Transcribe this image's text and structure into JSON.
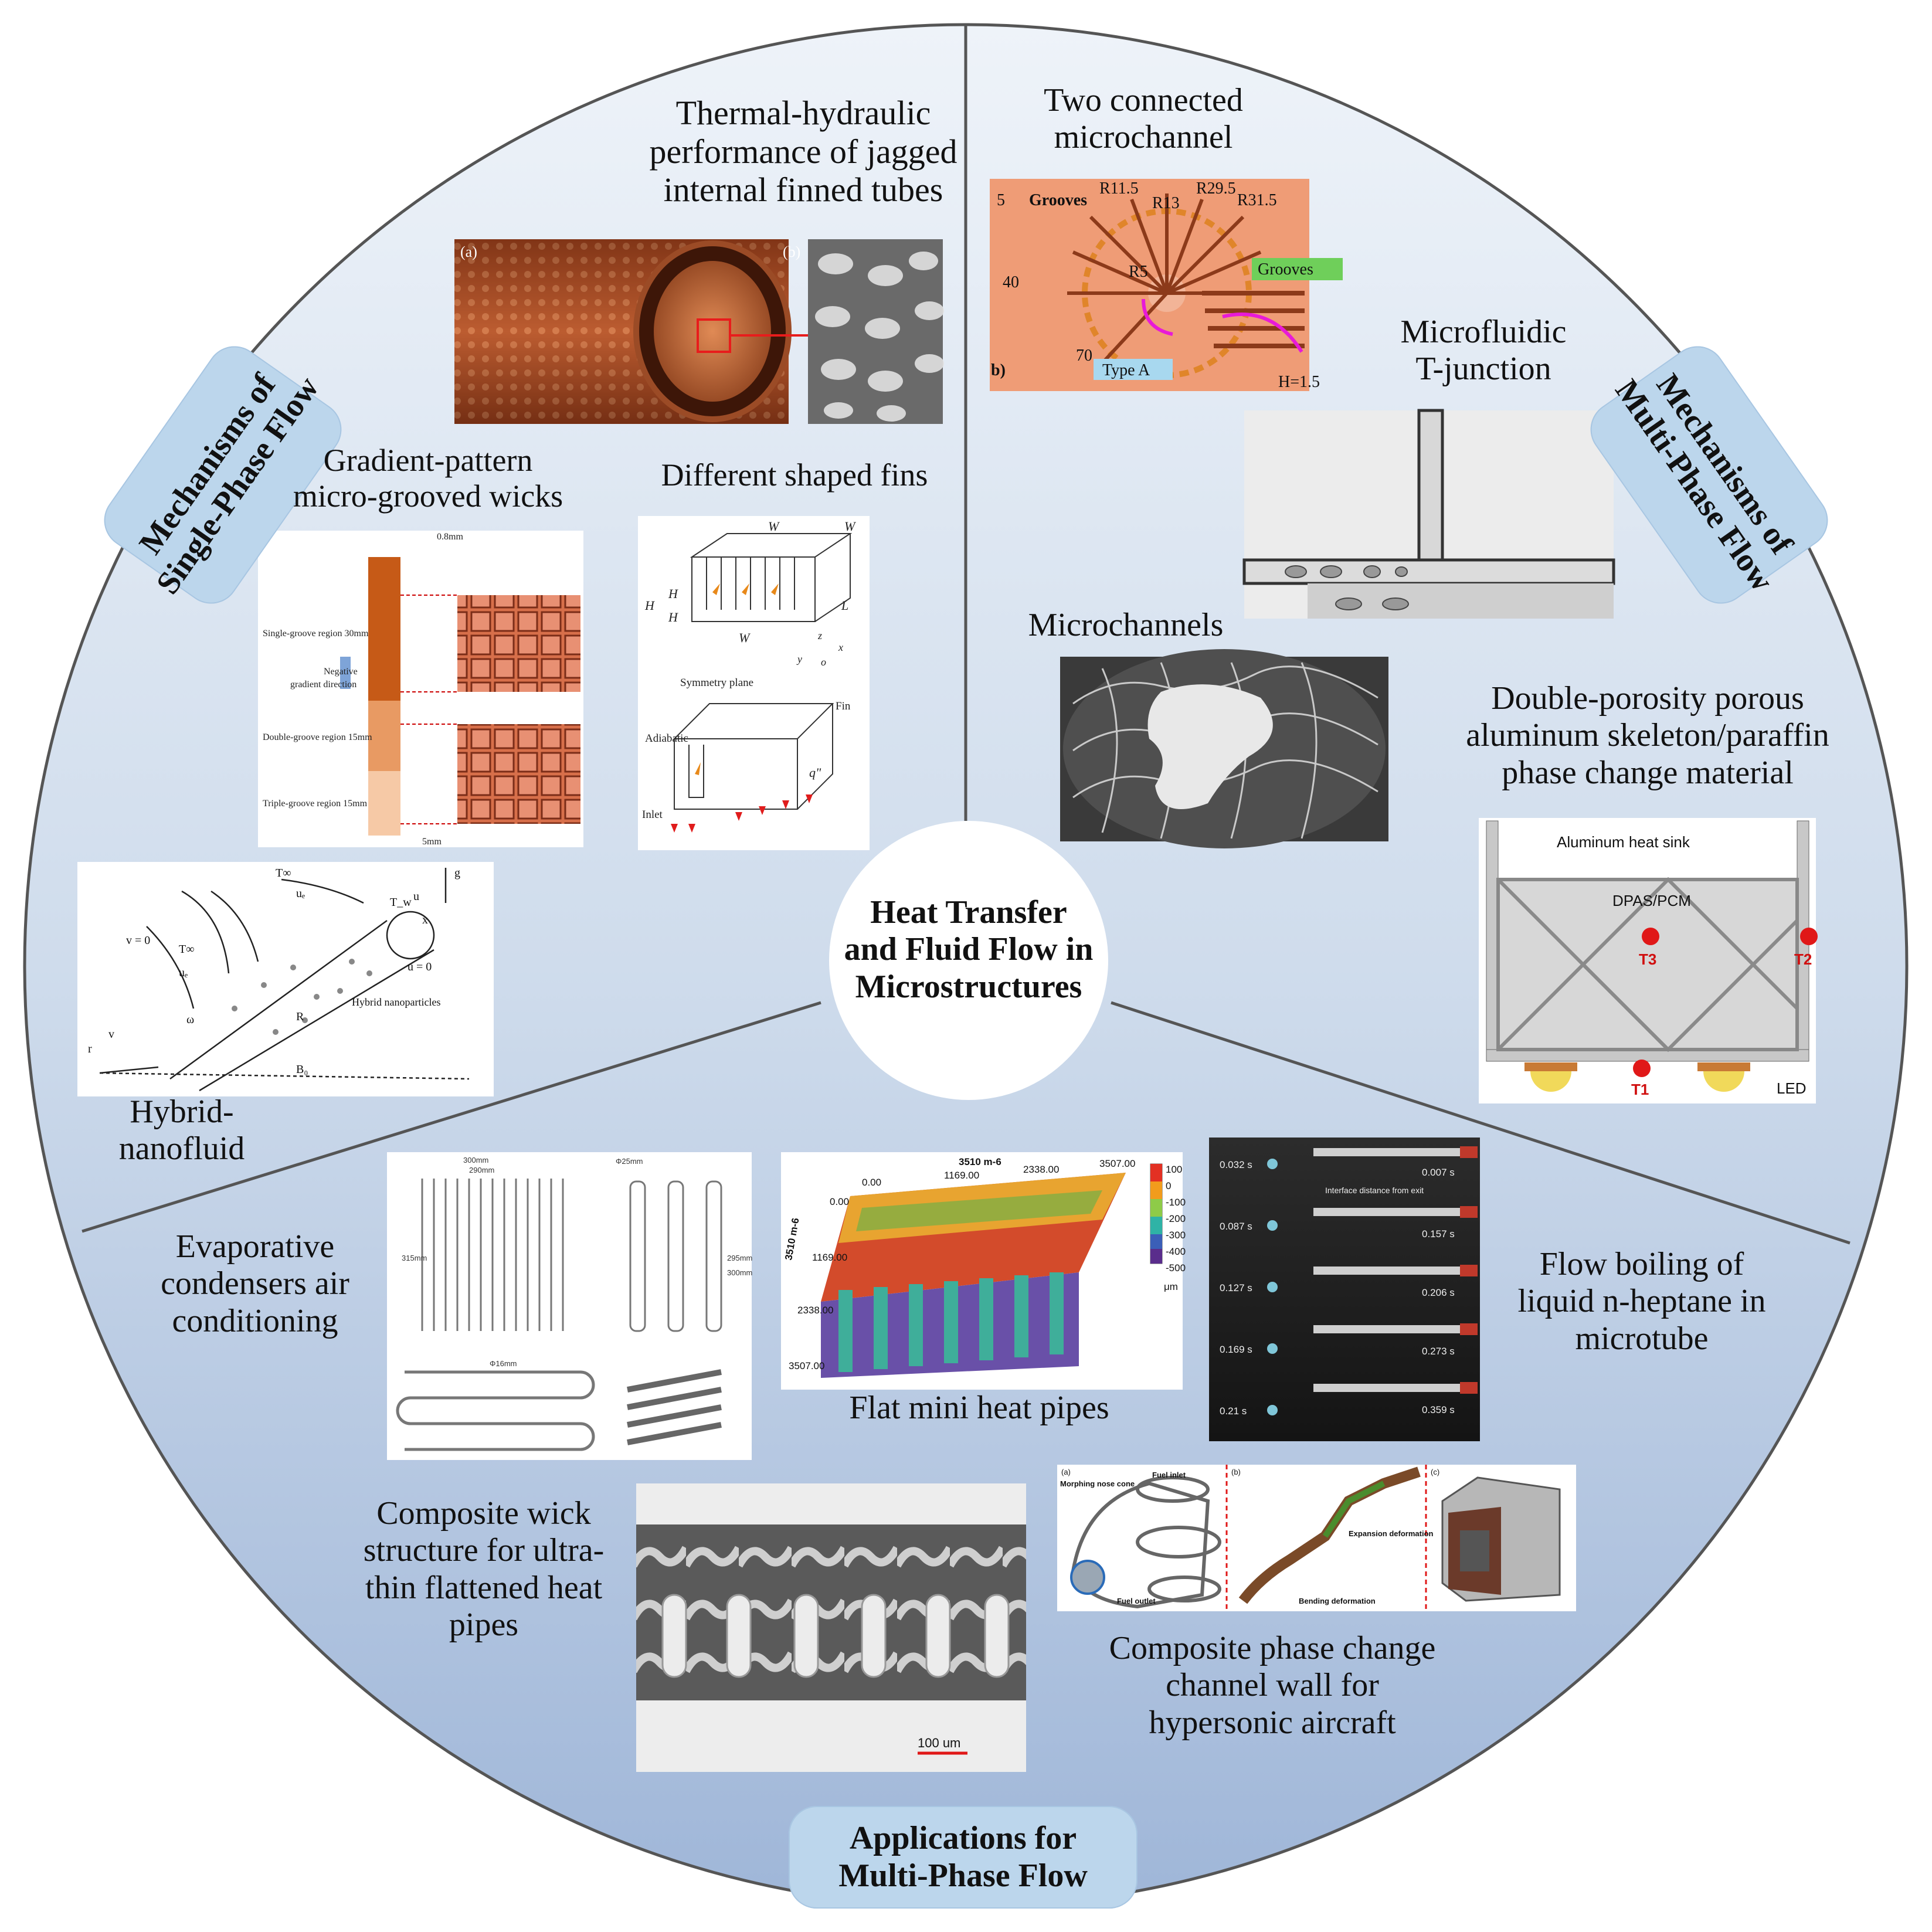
{
  "center": {
    "lines": [
      "Heat Transfer",
      "and Fluid Flow in",
      "Microstructures"
    ]
  },
  "sections": {
    "single_phase": [
      "Mechanisms of",
      "Single-Phase Flow"
    ],
    "multi_phase": [
      "Mechanisms of",
      "Multi-Phase Flow"
    ],
    "applications": [
      "Applications for",
      "Multi-Phase Flow"
    ]
  },
  "topics": {
    "jagged_tubes": [
      "Thermal-hydraulic",
      "performance of jagged",
      "internal finned tubes"
    ],
    "microgrooved_wicks": [
      "Gradient-pattern",
      "micro-grooved wicks"
    ],
    "shaped_fins": [
      "Different shaped fins"
    ],
    "hybrid_nanofluid": [
      "Hybrid-",
      "nanofluid"
    ],
    "connected_microchannel": [
      "Two connected",
      "microchannel"
    ],
    "t_junction": [
      "Microfluidic",
      "T-junction"
    ],
    "microchannels": [
      "Microchannels"
    ],
    "double_porosity": [
      "Double-porosity porous",
      "aluminum skeleton/paraffin",
      "phase change material"
    ],
    "evaporative": [
      "Evaporative",
      "condensers air",
      "conditioning"
    ],
    "flat_heat_pipes": [
      "Flat mini heat pipes"
    ],
    "flow_boiling": [
      "Flow boiling of",
      "liquid n-heptane in",
      "microtube"
    ],
    "composite_wick": [
      "Composite wick",
      "structure for ultra-",
      "thin flattened heat",
      "pipes"
    ],
    "composite_wall": [
      "Composite phase change",
      "channel wall for",
      "hypersonic aircraft"
    ]
  },
  "panel_text": {
    "tube": {
      "a": "(a)",
      "b": "(b)"
    },
    "wick": {
      "top_dim": "0.8mm",
      "region1": "Single-groove region 30mm",
      "gradient": [
        "Negative",
        "gradient direction"
      ],
      "region2": "Double-groove region 15mm",
      "region3": "Triple-groove region 15mm",
      "bottom_dim": "5mm"
    },
    "fins": {
      "wc": "W",
      "ww": "W",
      "h": "H",
      "hc": "H",
      "hw": "H",
      "w": "W",
      "l": "L",
      "sym": "Symmetry plane",
      "fin": "Fin",
      "adiabatic": "Adiabatic",
      "inlet": "Inlet",
      "q": "q\"",
      "axes": [
        "y",
        "z",
        "x",
        "o"
      ]
    },
    "nano": {
      "t_inf1": "T∞",
      "ue1": "uₑ",
      "v0": "v = 0",
      "t_inf2": "T∞",
      "ue2": "uₑ",
      "tw": "T_w",
      "u": "u",
      "g": "g",
      "x": "x",
      "u0": "u = 0",
      "r": "r",
      "v": "v",
      "omega": "ω",
      "R": "R",
      "hybrid": "Hybrid nanoparticles",
      "b0": "B₀"
    },
    "micro": {
      "five": "5",
      "grooves1": "Grooves",
      "r115": "R11.5",
      "r13": "R13",
      "r295": "R29.5",
      "r315": "R31.5",
      "grooves2": "Grooves",
      "forty": "40",
      "r5": "R5",
      "seventy": "70",
      "type": "Type A",
      "h": "H=1.5",
      "b": "b)"
    },
    "pcm": {
      "sink": "Aluminum heat sink",
      "dpas": "DPAS/PCM",
      "t3": "T3",
      "t2": "T2",
      "t1": "T1",
      "led": "LED"
    },
    "evap": {
      "d1": "300mm",
      "d2": "290mm",
      "d3": "315mm",
      "d4": "295mm",
      "d5": "300mm",
      "d6": "Φ16mm",
      "d7": "Φ25mm"
    },
    "heatpipe": {
      "title": "3510 m-6",
      "x_ticks": [
        "0.00",
        "1169.00",
        "2338.00",
        "3507.00"
      ],
      "y_ticks": [
        "0.00",
        "1169.00",
        "2338.00",
        "3507.00"
      ],
      "y_label": "3510 m-6",
      "scale": [
        "100",
        "0",
        "-100",
        "-200",
        "-300",
        "-400",
        "-500"
      ],
      "unit": "μm"
    },
    "boiling": {
      "left": [
        "0.032 s",
        "0.087 s",
        "0.127 s",
        "0.169 s",
        "0.21 s"
      ],
      "right": [
        "0.007 s",
        "0.157 s",
        "0.206 s",
        "0.273 s",
        "0.359 s"
      ],
      "note": "Interface distance from exit"
    },
    "sem": {
      "scale": "100 um"
    },
    "aircraft": {
      "a": "(a)",
      "b": "(b)",
      "c": "(c)",
      "nose": "Morphing nose cone",
      "fuel_in": "Fuel inlet",
      "fuel_out": "Fuel outlet",
      "expansion": "Expansion deformation",
      "bending": "Bending deformation"
    }
  }
}
